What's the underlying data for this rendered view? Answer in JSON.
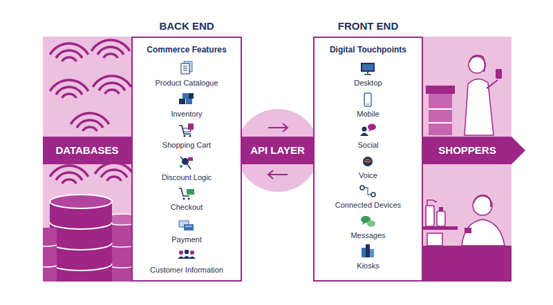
{
  "diagram": {
    "nodes": [
      {
        "text": [
          "DATABASES"
        ]
      },
      {
        "text": [
          "BACK END",
          "Commerce Features",
          "Product Catalogue",
          "Inventory",
          "Shopping Cart",
          "Discount Logic",
          "Checkout",
          "Payment",
          "Customer Information"
        ]
      },
      {
        "text": [
          "API LAYER"
        ]
      },
      {
        "text": [
          "FRONT END",
          "Digital Touchpoints",
          "Desktop",
          "Mobile",
          "Social",
          "Voice",
          "Connected Devices",
          "Messages",
          "Kiosks"
        ]
      },
      {
        "text": [
          "SHOPPERS"
        ]
      }
    ]
  }
}
